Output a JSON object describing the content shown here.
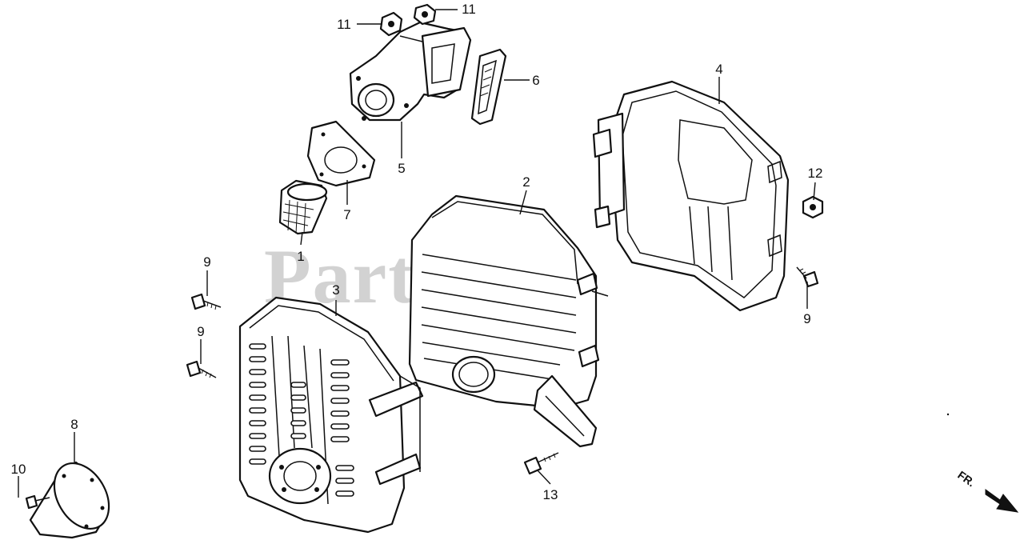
{
  "watermark": "PartsTree",
  "direction_label": "FR.",
  "callouts": [
    {
      "id": "c1",
      "number": "1"
    },
    {
      "id": "c2",
      "number": "2"
    },
    {
      "id": "c3",
      "number": "3"
    },
    {
      "id": "c4",
      "number": "4"
    },
    {
      "id": "c5",
      "number": "5"
    },
    {
      "id": "c6",
      "number": "6"
    },
    {
      "id": "c7",
      "number": "7"
    },
    {
      "id": "c8",
      "number": "8"
    },
    {
      "id": "c9a",
      "number": "9"
    },
    {
      "id": "c9b",
      "number": "9"
    },
    {
      "id": "c9c",
      "number": "9"
    },
    {
      "id": "c10",
      "number": "10"
    },
    {
      "id": "c11a",
      "number": "11"
    },
    {
      "id": "c11b",
      "number": "11"
    },
    {
      "id": "c12",
      "number": "12"
    },
    {
      "id": "c13",
      "number": "13"
    }
  ]
}
